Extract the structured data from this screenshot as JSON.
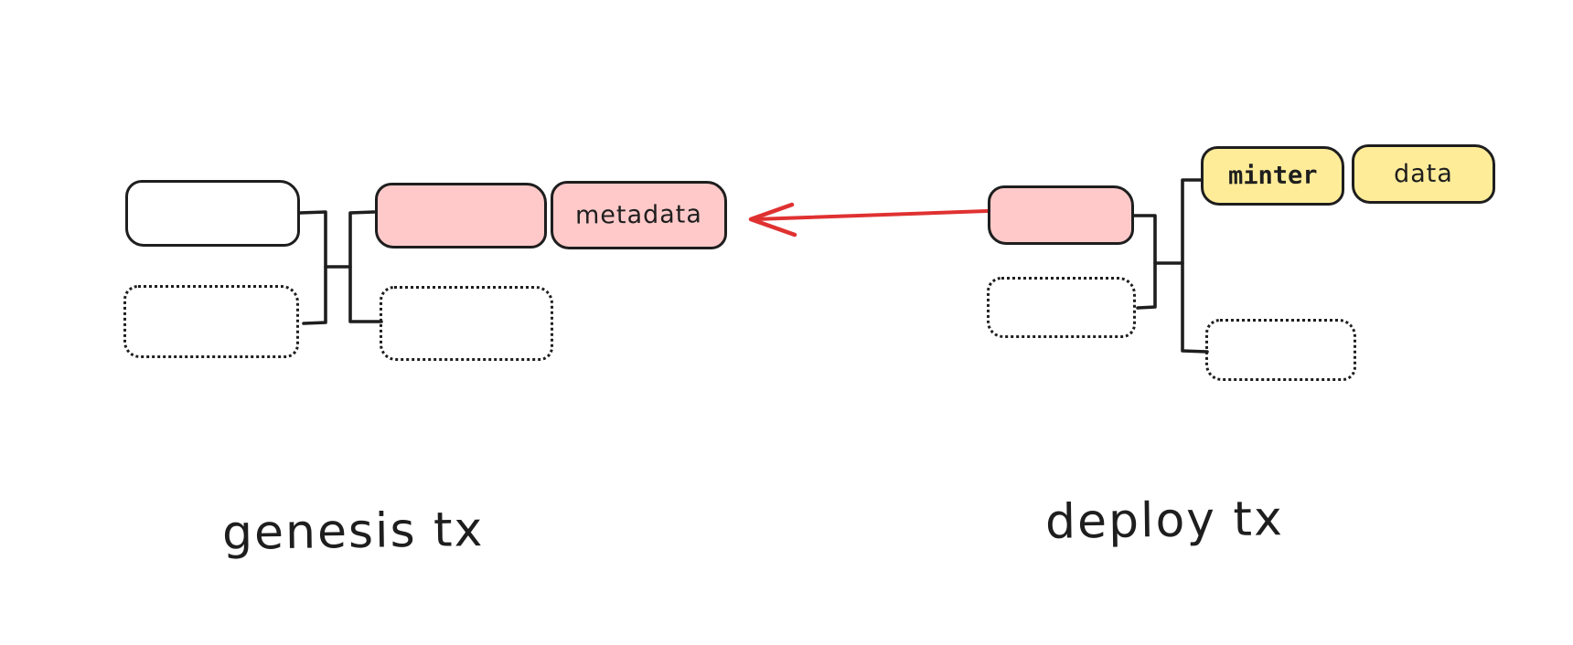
{
  "palette": {
    "stroke": "#1e1e1e",
    "pink": "#ffc9c9",
    "yellow": "#ffec99",
    "red": "#e03131",
    "bg": "#ffffff"
  },
  "genesis_group": {
    "caption": "genesis tx",
    "metadata_box_label": "metadata"
  },
  "deploy_group": {
    "caption": "deploy tx",
    "minter_box_label": "minter",
    "data_box_label": "data"
  }
}
